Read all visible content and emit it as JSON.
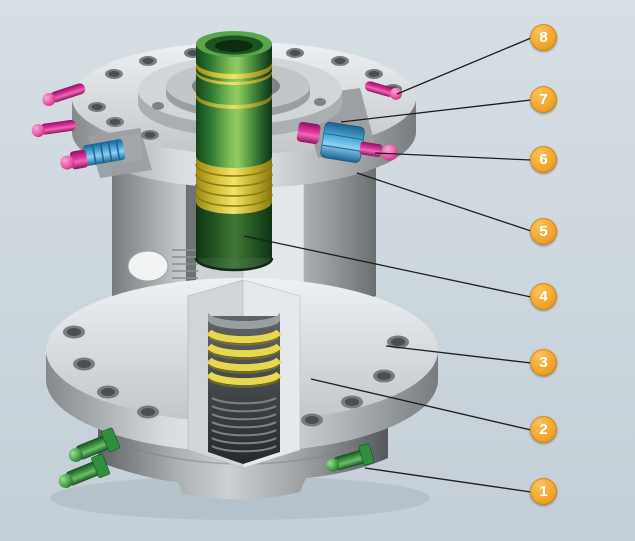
{
  "figure": {
    "subject": "Casing head wellhead assembly - sectioned 3D cutaway illustration",
    "background_top": "#d6dfe4",
    "background_bottom": "#c3ced6"
  },
  "colors": {
    "callout_badge": "#f2a62f",
    "callout_badge_rim": "#dd8d14",
    "callout_number": "#ffffff",
    "leader_line": "#1c1c1c",
    "body_steel_gray": "#c6cacc",
    "mandrel_green": "#4f9440",
    "seal_ring_yellow": "#e8d84f",
    "plug_magenta": "#e23ba0",
    "fitting_blue": "#5fb6e4",
    "valve_green": "#4aa44f"
  },
  "callouts": [
    {
      "number": "8"
    },
    {
      "number": "7"
    },
    {
      "number": "6"
    },
    {
      "number": "5"
    },
    {
      "number": "4"
    },
    {
      "number": "3"
    },
    {
      "number": "2"
    },
    {
      "number": "1"
    }
  ]
}
